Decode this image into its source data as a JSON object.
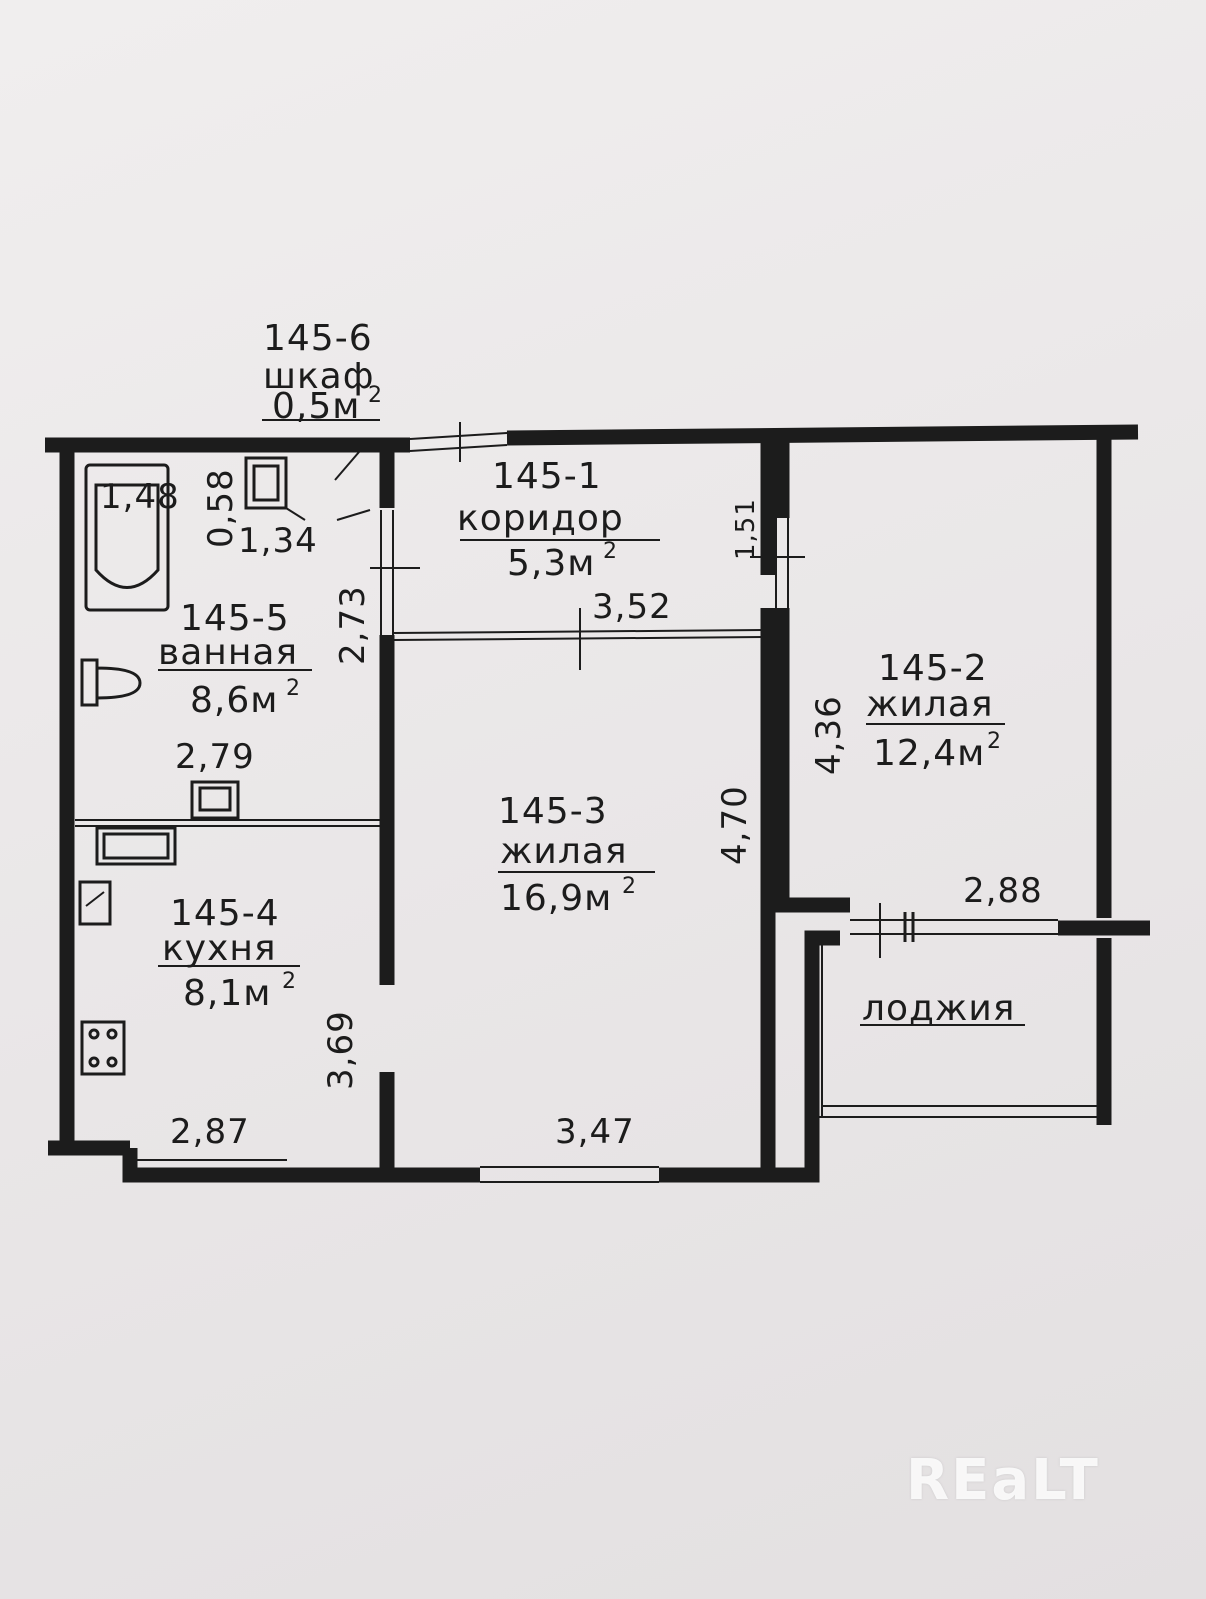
{
  "rooms": {
    "r6": {
      "number": "145-6",
      "name": "шкаф",
      "area": "0,5м",
      "sup": "2"
    },
    "r1": {
      "number": "145-1",
      "name": "коридор",
      "area": "5,3м",
      "sup": "2"
    },
    "r2": {
      "number": "145-2",
      "name": "жилая",
      "area": "12,4м",
      "sup": "2"
    },
    "r3": {
      "number": "145-3",
      "name": "жилая",
      "area": "16,9м",
      "sup": "2"
    },
    "r4": {
      "number": "145-4",
      "name": "кухня",
      "area": "8,1м",
      "sup": "2"
    },
    "r5": {
      "number": "145-5",
      "name": "ванная",
      "area": "8,6м",
      "sup": "2"
    },
    "loggia": {
      "name": "лоджия"
    }
  },
  "dimensions": {
    "bath_length": "1,48",
    "bath_width": "0,58",
    "wc_width": "1,34",
    "bath_room_height": "2,73",
    "corridor_width": "3,52",
    "corridor_door": "1,51",
    "room2_height": "4,36",
    "room3_height": "4,70",
    "bath_room_width": "2,79",
    "room2_width": "2,88",
    "kitchen_height": "3,69",
    "kitchen_width": "2,87",
    "room3_width": "3,47"
  },
  "watermark": "REaLT"
}
